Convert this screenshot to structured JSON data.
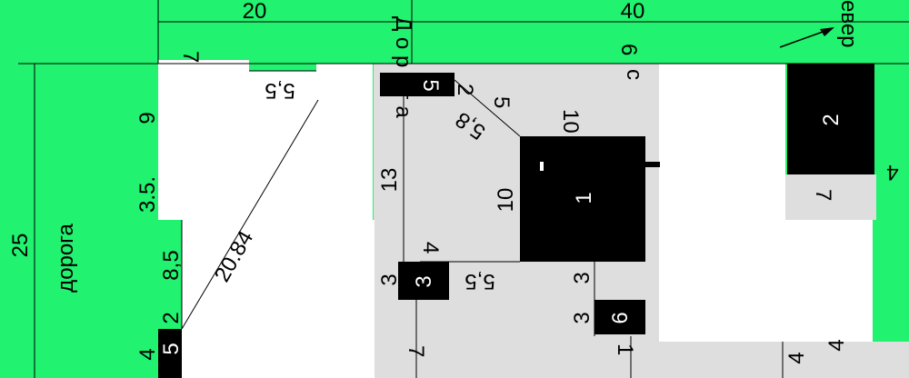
{
  "colors": {
    "background": "#21f26f",
    "paved": "#dedede",
    "white": "#ffffff",
    "building": "#000000",
    "line": "#000000"
  },
  "ruler": {
    "mark_20": "20",
    "mark_40": "40"
  },
  "roads": {
    "left_label": "дорога",
    "top_label": "Д о р о г а"
  },
  "north": {
    "label": "евер"
  },
  "buildings": [
    {
      "id": "1",
      "label": "1"
    },
    {
      "id": "2",
      "label": "2"
    },
    {
      "id": "3",
      "label": "3"
    },
    {
      "id": "5a",
      "label": "5"
    },
    {
      "id": "5b",
      "label": "5"
    },
    {
      "id": "6",
      "label": "6"
    }
  ],
  "dimensions": {
    "d_25": "25",
    "d_20": "20",
    "d_7_top": "7",
    "d_9": "9",
    "d_3_5": "3.5.",
    "d_8_5": "8,5",
    "d_2_left": "2",
    "d_4_left": "4",
    "d_diag": "20.84",
    "d_5_5_top": "5,5",
    "d_2_mid": "2",
    "d_5_mid": "5",
    "d_5_8": "5,8",
    "d_13": "13",
    "d_4_mid": "4",
    "d_3_bld3": "3",
    "d_5_5_mid": "5,5",
    "d_10_top": "10",
    "d_10_left": "10",
    "d_3_upper": "3",
    "d_3_lower": "3",
    "d_1_bottom": "1",
    "d_6_top": "6",
    "d_c": "c",
    "d_7_right": "7",
    "d_4_right": "4",
    "d_4_bottom": "4",
    "d_4_bottom2": "4",
    "d_7_bottom": "7"
  }
}
